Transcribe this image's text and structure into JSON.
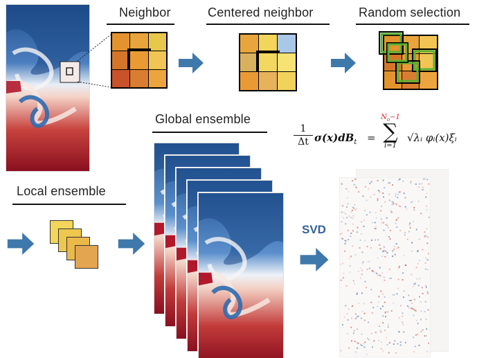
{
  "labels": {
    "neighbor": "Neighbor",
    "centered_neighbor": "Centered neighbor",
    "random_selection": "Random selection",
    "global_ensemble": "Global ensemble",
    "local_ensemble": "Local ensemble",
    "svd": "SVD"
  },
  "formula": {
    "lhs_num": "1",
    "lhs_den": "Δt",
    "lhs_rest": "σ(x)dB",
    "lhs_sub": "t",
    "eq": "=",
    "sum_upper": "N",
    "sum_upper_sub": "o",
    "sum_upper_rest": "−1",
    "sum_lower": "i=1",
    "rhs": "√λᵢ φᵢ(x)ξᵢ"
  },
  "colors": {
    "arrow": "#3f78ab",
    "ocean_red": "#b2182b",
    "ocean_blue": "#2c5a94",
    "upper_sum_red": "#e02020",
    "highlight_green": "#5ab033"
  },
  "grids": {
    "neighbor": [
      "#e3932d",
      "#e7a53c",
      "#e8c84b",
      "#d4762a",
      "#e99a33",
      "#f0c553",
      "#c9522a",
      "#d97e30",
      "#eca53e"
    ],
    "centered": [
      "#e7a53c",
      "#f2d55a",
      "#a9c8e8",
      "#d9b05e",
      "#f2d85e",
      "#f7e274",
      "#e99a33",
      "#e8b25a",
      "#f1d25b"
    ],
    "random": [
      "#e3932d",
      "#e7a53c",
      "#f0c553",
      "#d4762a",
      "#e99a33",
      "#f0c553",
      "#e3932d",
      "#d97e30",
      "#eca53e"
    ]
  },
  "local_ensemble_colors": [
    "#f2d55a",
    "#eec74f",
    "#ebb94a",
    "#e4a550"
  ]
}
